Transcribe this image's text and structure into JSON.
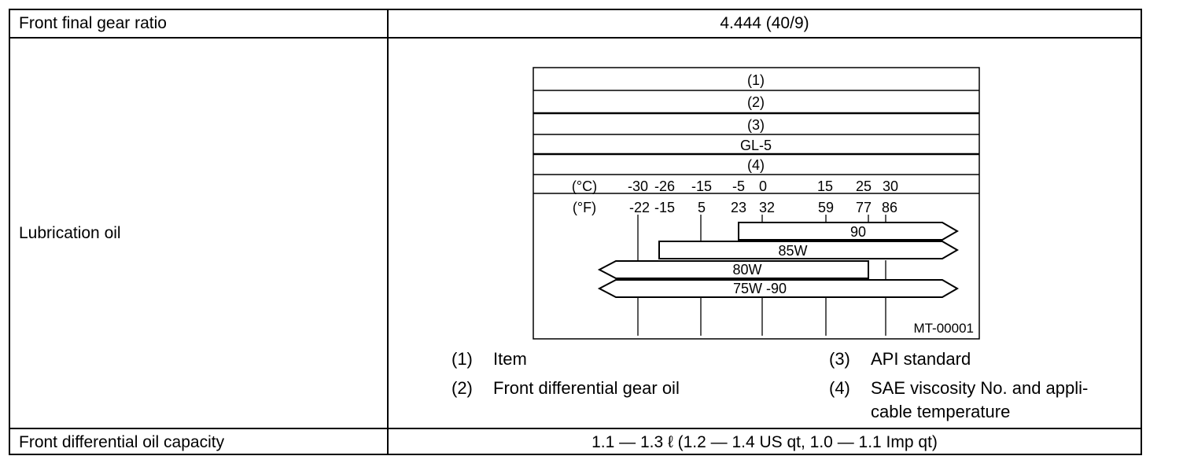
{
  "rows": [
    {
      "label": "Front final gear ratio",
      "value": "4.444 (40/9)"
    },
    {
      "label": "Lubrication oil"
    },
    {
      "label": "Front differential oil capacity",
      "value": "1.1 — 1.3 ℓ  (1.2 — 1.4 US qt, 1.0 — 1.1 Imp qt)"
    }
  ],
  "figure": {
    "header_rows": [
      "(1)",
      "(2)",
      "(3)",
      "GL-5",
      "(4)"
    ],
    "celsius_unit": "(°C)",
    "fahrenheit_unit": "(°F)",
    "celsius_ticks": [
      "-30",
      "-26",
      "-15",
      "-5",
      "0",
      "15",
      "25",
      "30"
    ],
    "fahrenheit_ticks": [
      "-22",
      "-15",
      "5",
      "23",
      "32",
      "59",
      "77",
      "86"
    ],
    "grades": [
      "90",
      "85W",
      "80W",
      "75W -90"
    ],
    "figure_id": "MT-00001"
  },
  "legend": [
    {
      "num": "(1)",
      "text": "Item"
    },
    {
      "num": "(2)",
      "text": "Front differential gear oil"
    },
    {
      "num": "(3)",
      "text": "API standard"
    },
    {
      "num": "(4)",
      "text": "SAE viscosity No. and appli-",
      "text2": "cable temperature"
    }
  ]
}
